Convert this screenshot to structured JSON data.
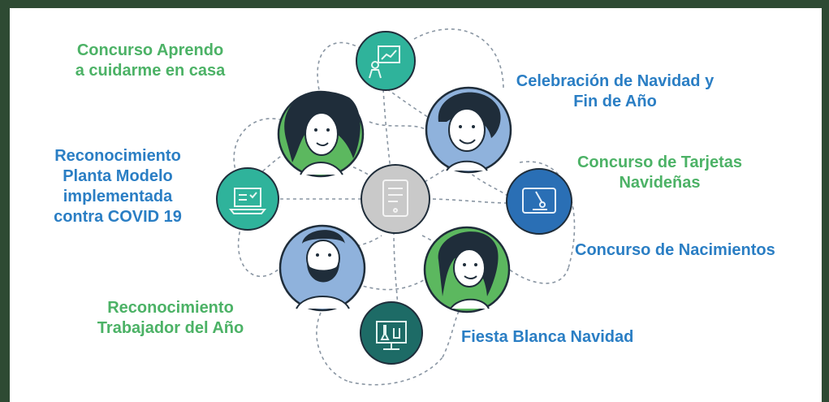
{
  "labels": {
    "aprendo_line1": "Concurso Aprendo",
    "aprendo_line2": "a cuidarme en casa",
    "navidad_line1": "Celebración de Navidad y",
    "navidad_line2": "Fin de Año",
    "planta_line1": "Reconocimiento",
    "planta_line2": "Planta Modelo",
    "planta_line3": "implementada",
    "planta_line4": "contra COVID 19",
    "tarjetas_line1": "Concurso de Tarjetas",
    "tarjetas_line2": "Navideñas",
    "nacimientos": "Concurso de Nacimientos",
    "trabajador_line1": "Reconocimiento",
    "trabajador_line2": "Trabajador del Año",
    "fiesta": "Fiesta Blanca Navidad"
  },
  "colors": {
    "green_text": "#4cb266",
    "blue_text": "#2a7ec4",
    "teal_circle": "#2fb39b",
    "dark_teal_circle": "#1d6b66",
    "blue_circle": "#2a6fb5",
    "green_avatar": "#5cb85f",
    "light_blue_avatar": "#8fb2dc",
    "gray_center": "#c9c9c9",
    "background_frame": "#2e4a33"
  },
  "icons": {
    "top": "presentation-chart-icon",
    "left": "laptop-checklist-icon",
    "center": "tablet-document-icon",
    "right": "microscope-tablet-icon",
    "bottom": "lab-monitor-icon"
  }
}
